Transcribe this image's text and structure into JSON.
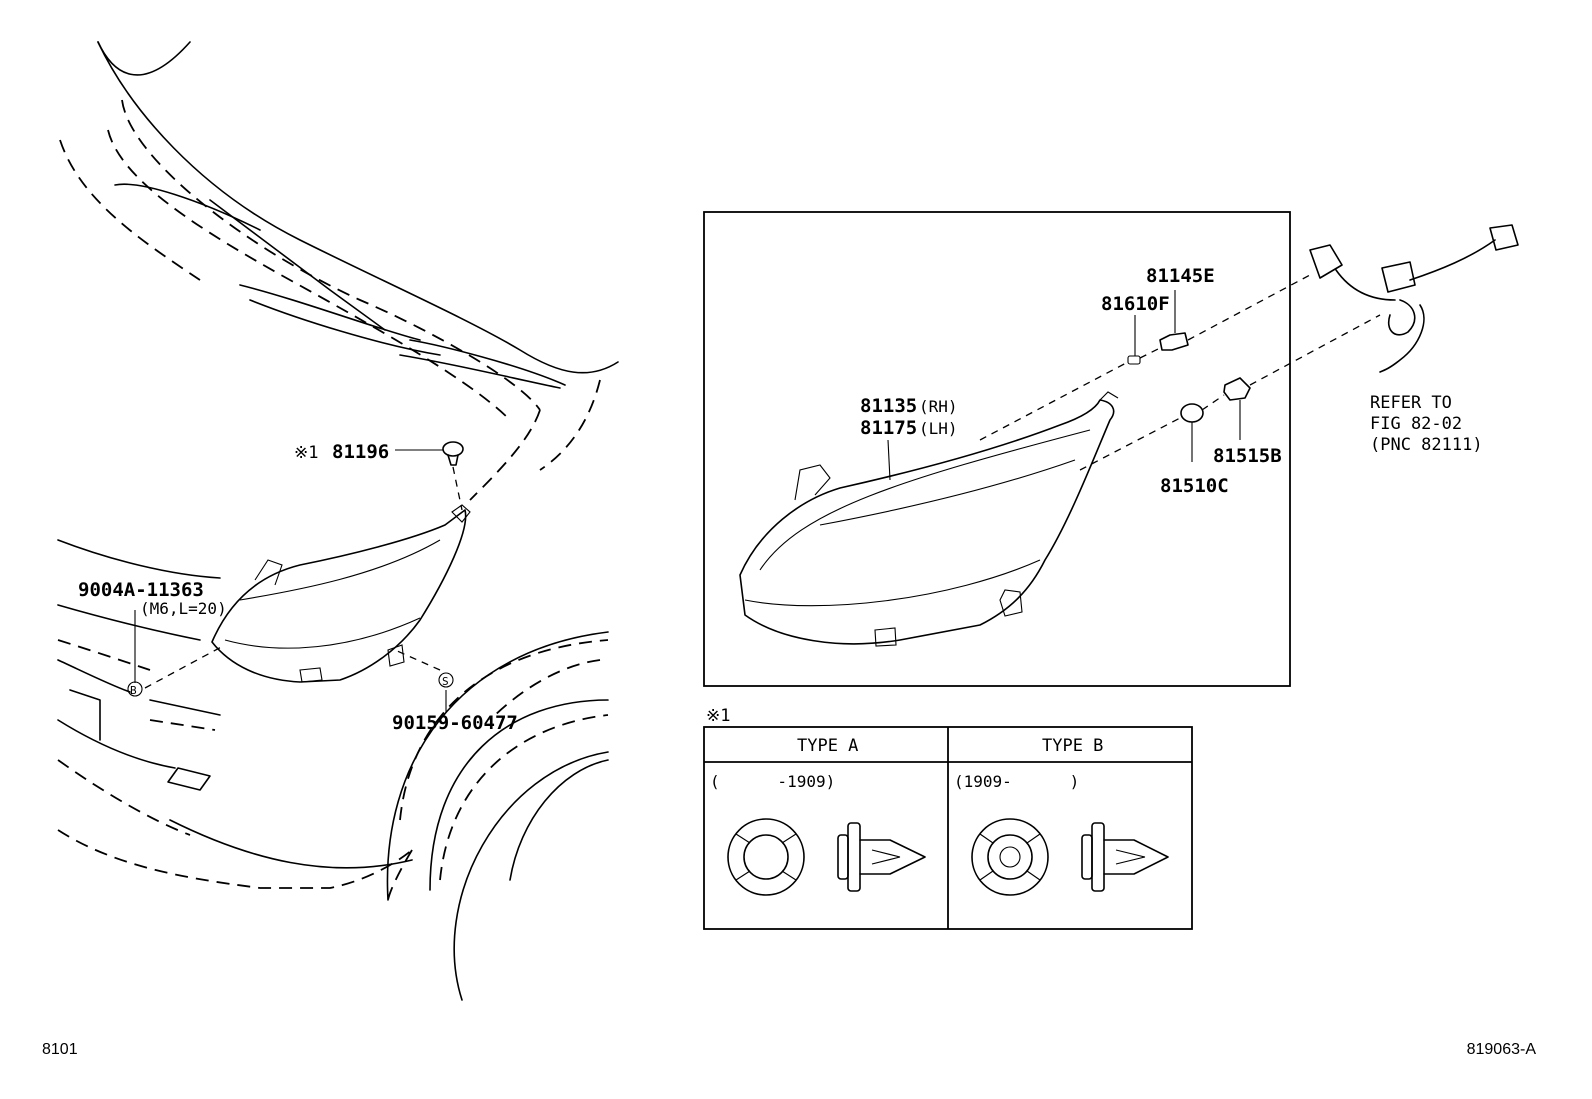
{
  "labels": {
    "clip_marker": "※1",
    "clip_part": "81196",
    "bolt_part": "9004A-11363",
    "bolt_spec": "(M6,L=20)",
    "bolt_callout": "B",
    "screw_part": "90159-60477",
    "screw_callout": "S",
    "headlamp_rh": "81135",
    "headlamp_rh_suffix": "(RH)",
    "headlamp_lh": "81175",
    "headlamp_lh_suffix": "(LH)",
    "bulb_small": "81610F",
    "socket_small": "81145E",
    "bulb_large": "81510C",
    "socket_large": "81515B",
    "refer_line1": "REFER TO",
    "refer_line2": "FIG 82-02",
    "refer_line3": "(PNC 82111)"
  },
  "clip_table": {
    "marker": "※1",
    "type_a": {
      "title": "TYPE A",
      "range": "(      -1909)"
    },
    "type_b": {
      "title": "TYPE B",
      "range": "(1909-      )"
    }
  },
  "footer": {
    "left_code": "8101",
    "right_code": "819063-A"
  }
}
